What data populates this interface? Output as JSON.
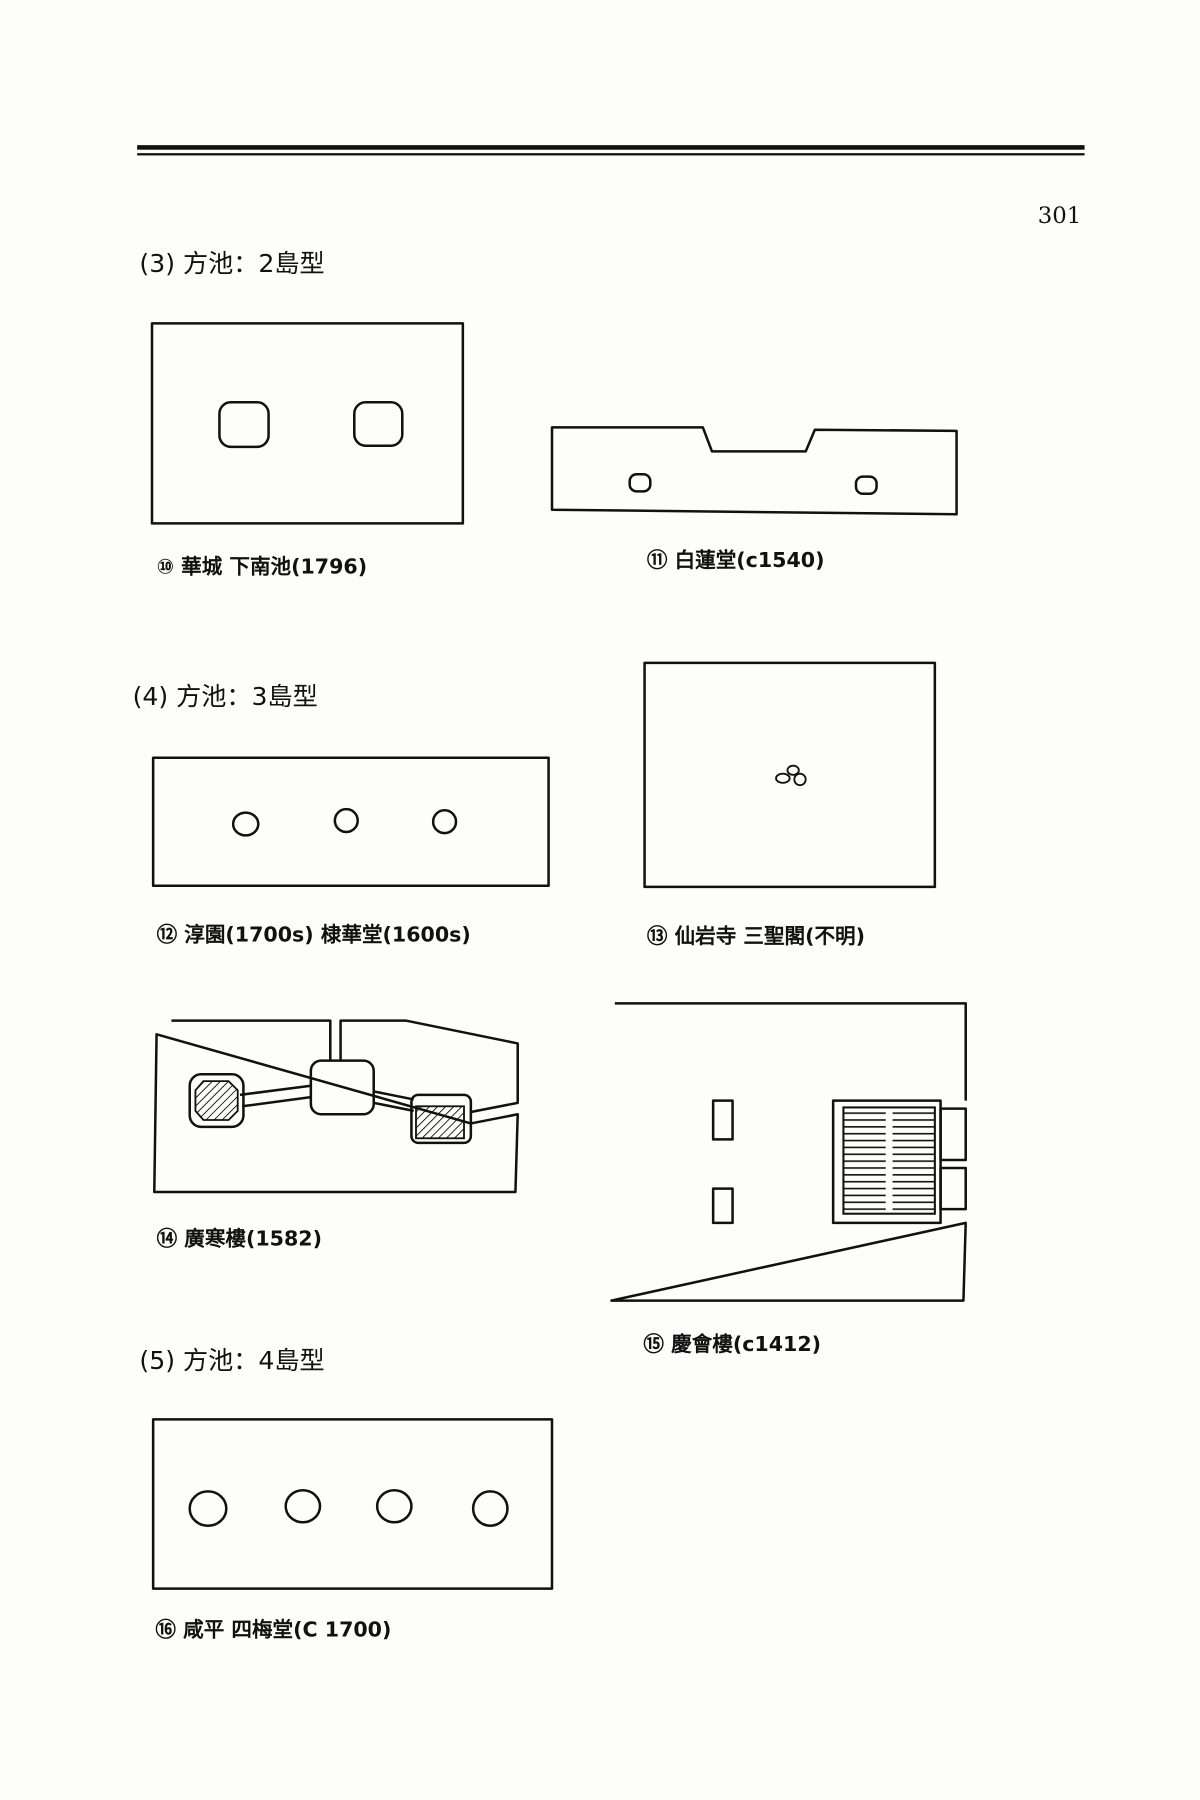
{
  "page_number": "301",
  "sections": [
    {
      "heading": "(3) 方池：2島型"
    },
    {
      "heading": "(4) 方池：3島型"
    },
    {
      "heading": "(5) 方池：4島型"
    }
  ],
  "figures": [
    {
      "caption": "⑩ 華城 下南池(1796)"
    },
    {
      "caption": "⑪ 白蓮堂(c1540)"
    },
    {
      "caption": "⑫ 淳園(1700s) 棣華堂(1600s)"
    },
    {
      "caption": "⑬ 仙岩寺 三聖閣(不明)"
    },
    {
      "caption": "⑭ 廣寒樓(1582)"
    },
    {
      "caption": "⑮ 慶會樓(c1412)"
    },
    {
      "caption": "⑯ 咸平 四梅堂(C 1700)"
    }
  ]
}
